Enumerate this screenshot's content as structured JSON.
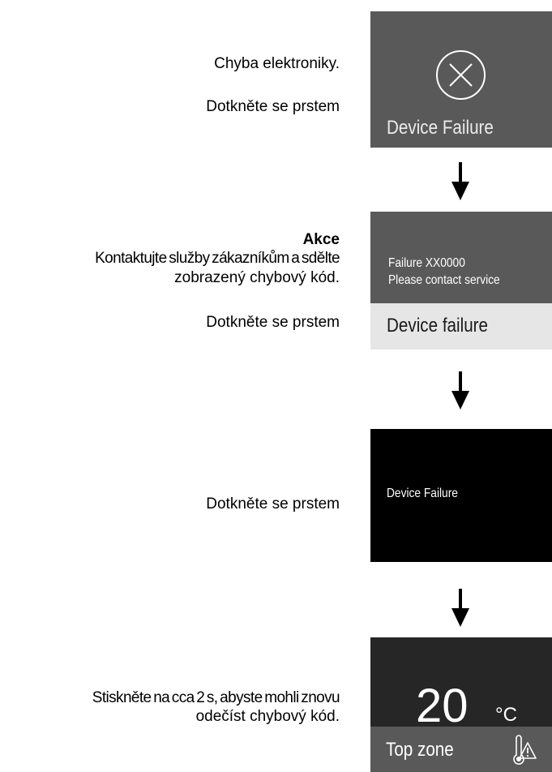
{
  "steps": [
    {
      "text": [
        "Chyba elektroniky.",
        "Dotkněte se prstem"
      ],
      "screen": {
        "icon": "circle-x-icon",
        "label": "Device Failure"
      }
    },
    {
      "text": {
        "heading": "Akce",
        "line1": "Kontaktujte služby zákazníkům a sdělte",
        "line2": "zobrazený chybový kód.",
        "touch": "Dotkněte se prstem"
      },
      "screen": {
        "line1": "Failure XX0000",
        "line2": "Please contact service",
        "bar_label": "Device failure"
      }
    },
    {
      "text": [
        "Dotkněte se prstem"
      ],
      "screen": {
        "label": "Device Failure"
      }
    },
    {
      "text": [
        "Stiskněte na cca 2 s, abyste mohli znovu",
        "odečíst chybový kód."
      ],
      "screen": {
        "temperature": "20",
        "unit": "°C",
        "zone_label": "Top zone",
        "icon": "thermometer-warning-icon"
      }
    }
  ],
  "arrows": [
    "down-arrow-icon",
    "down-arrow-icon",
    "down-arrow-icon"
  ],
  "colors": {
    "panel_gray": "#595959",
    "panel_black": "#000000",
    "panel_dark": "#262626",
    "bar_light": "#e6e6e6"
  }
}
